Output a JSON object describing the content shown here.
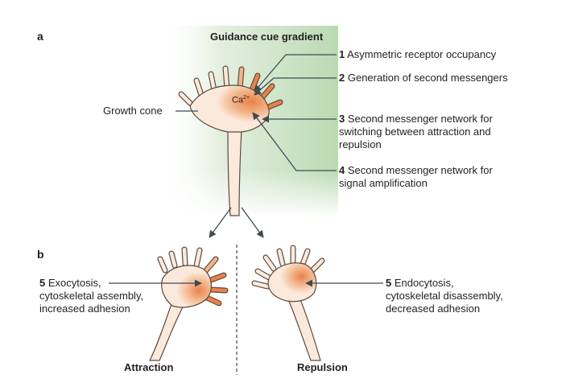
{
  "panels": {
    "a": "a",
    "b": "b"
  },
  "gradient_title": "Guidance cue gradient",
  "growth_cone_label": "Growth cone",
  "calcium": {
    "base": "Ca",
    "superscript": "2+"
  },
  "steps": [
    {
      "num": "1",
      "text": "Asymmetric receptor occupancy"
    },
    {
      "num": "2",
      "text": "Generation of second messengers"
    },
    {
      "num": "3",
      "lines": [
        "Second messenger network for",
        "switching between attraction and",
        "repulsion"
      ]
    },
    {
      "num": "4",
      "lines": [
        "Second messenger network for",
        "signal amplification"
      ]
    }
  ],
  "attraction_note": {
    "num": "5",
    "lines": [
      "Exocytosis,",
      "cytoskeletal assembly,",
      "increased adhesion"
    ]
  },
  "repulsion_note": {
    "num": "5",
    "lines": [
      "Endocytosis,",
      "cytoskeletal disassembly,",
      "decreased adhesion"
    ]
  },
  "outcomes": {
    "attraction": "Attraction",
    "repulsion": "Repulsion"
  },
  "colors": {
    "gradient_green": "#b9d9b2",
    "cone_fill": "#fbeadc",
    "cone_stroke": "#5b4a3f",
    "orange": "#e9834a",
    "arrow": "#3f4a52"
  }
}
